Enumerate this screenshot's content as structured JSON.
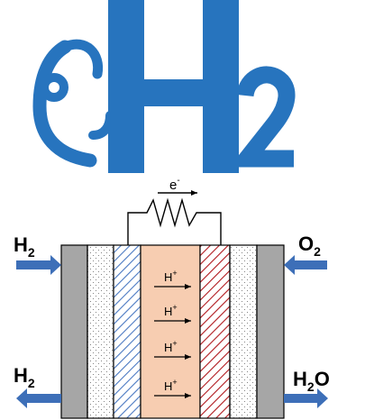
{
  "logo": {
    "letter": "H",
    "subscript": "2",
    "color": "#2774be"
  },
  "diagram": {
    "electron": {
      "base": "e",
      "sup": "-"
    },
    "proton": {
      "base": "H",
      "sup": "+"
    },
    "proton_rows": 4,
    "inlet_left": {
      "base": "H",
      "sub": "2"
    },
    "outlet_left": {
      "base": "H",
      "sub": "2"
    },
    "inlet_right": {
      "base": "O",
      "sub": "2"
    },
    "outlet_right": {
      "base": "H",
      "sub": "2",
      "tail": "O"
    },
    "colors": {
      "arrow": "#3d6fb8",
      "plate": "#a6a6a6",
      "membrane": "#f7cdb1",
      "anode_hatch": "#4a78c2",
      "cathode_hatch": "#b0181d",
      "stroke": "#000000"
    }
  }
}
